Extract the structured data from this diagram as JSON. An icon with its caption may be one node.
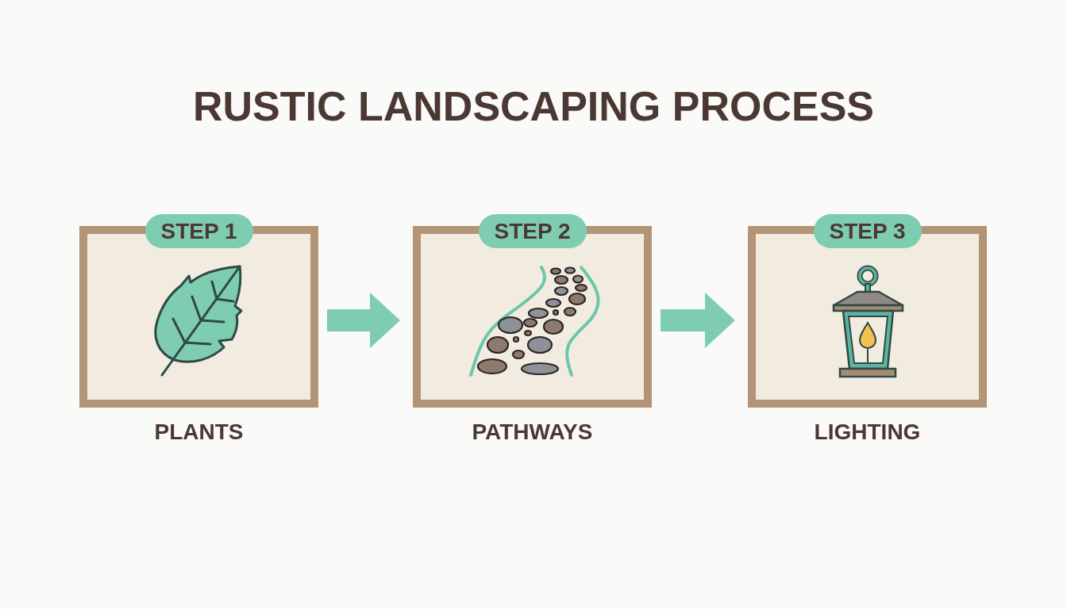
{
  "diagram": {
    "title": "RUSTIC LANDSCAPING PROCESS",
    "nodes": [
      {
        "text": [
          "STEP 1"
        ],
        "beside": [
          "PLANTS"
        ]
      },
      {
        "text": [
          "STEP 2"
        ],
        "beside": [
          "PATHWAYS"
        ]
      },
      {
        "text": [
          "STEP 3"
        ],
        "beside": [
          "LIGHTING"
        ]
      }
    ],
    "edges": [
      {
        "from": 0,
        "to": 1,
        "arrow": "to"
      },
      {
        "from": 1,
        "to": 2,
        "arrow": "to"
      }
    ]
  }
}
